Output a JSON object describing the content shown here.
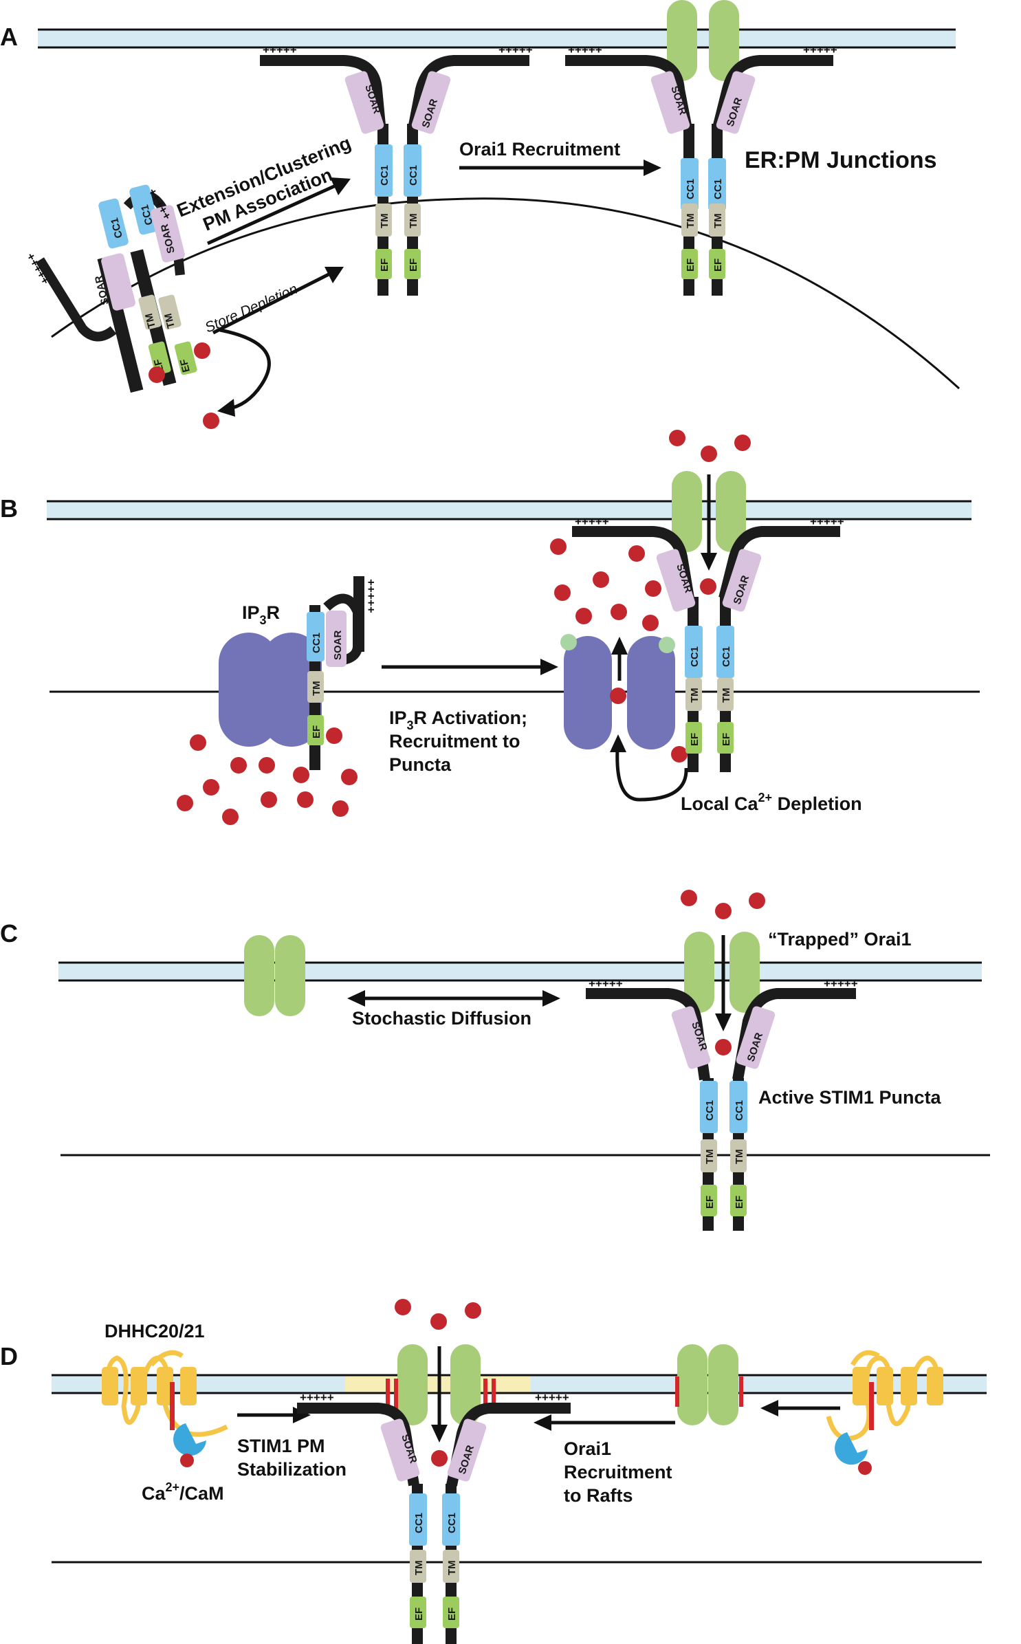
{
  "panels": [
    "A",
    "B",
    "C",
    "D"
  ],
  "domains": {
    "soar": "SOAR",
    "cc1": "CC1",
    "tm": "TM",
    "ef": "EF",
    "charges": "+++++"
  },
  "colors": {
    "membrane": "#d6eaf3",
    "orai": "#a8cd78",
    "soar": "#d9c2de",
    "cc1": "#7cc5ee",
    "tm": "#c9c7b0",
    "ef": "#9ccb5e",
    "calcium": "#c1272d",
    "ip3r": "#7274b7",
    "dhhc": "#f5c547",
    "calmodulin": "#3aa7dd",
    "raft": "#f7eeb7",
    "palmitoyl": "#d4262b"
  },
  "panelA": {
    "store_depletion": "Store Depletion",
    "extension_line1": "Extension/Clustering",
    "extension_line2": "PM Association",
    "orai_recruitment": "Orai1 Recruitment",
    "junctions": "ER:PM Junctions"
  },
  "panelB": {
    "ip3r": "IP",
    "ip3r_sub": "3",
    "ip3r_tail": "R",
    "activation_line1_a": "IP",
    "activation_line1_sub": "3",
    "activation_line1_b": "R Activation;",
    "activation_line2": "Recruitment to",
    "activation_line3": "Puncta",
    "depletion_a": "Local Ca",
    "depletion_sup": "2+",
    "depletion_b": " Depletion"
  },
  "panelC": {
    "diffusion": "Stochastic Diffusion",
    "trapped": "“Trapped” Orai1",
    "active_puncta": "Active STIM1 Puncta"
  },
  "panelD": {
    "dhhc": "DHHC20/21",
    "cam_a": "Ca",
    "cam_sup": "2+",
    "cam_b": "/CaM",
    "stabilization_line1": "STIM1 PM",
    "stabilization_line2": "Stabilization",
    "rafts_line1": "Orai1",
    "rafts_line2": "Recruitment",
    "rafts_line3": "to Rafts"
  }
}
